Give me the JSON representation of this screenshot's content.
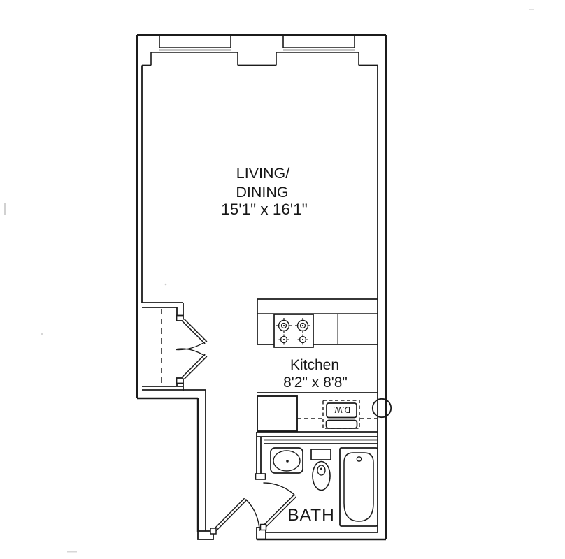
{
  "plan": {
    "type": "studio-apartment-floor-plan",
    "rooms": {
      "living": {
        "line1": "LIVING/",
        "line2": "DINING",
        "dims": "15'1\" x 16'1\""
      },
      "kitchen": {
        "name": "Kitchen",
        "dims": "8'2\" x 8'8\""
      },
      "bath": {
        "name": "BATH"
      }
    },
    "appliances": {
      "dishwasher_label": "D.W."
    },
    "colors": {
      "line": "#1b1b1b",
      "background": "#ffffff"
    }
  }
}
